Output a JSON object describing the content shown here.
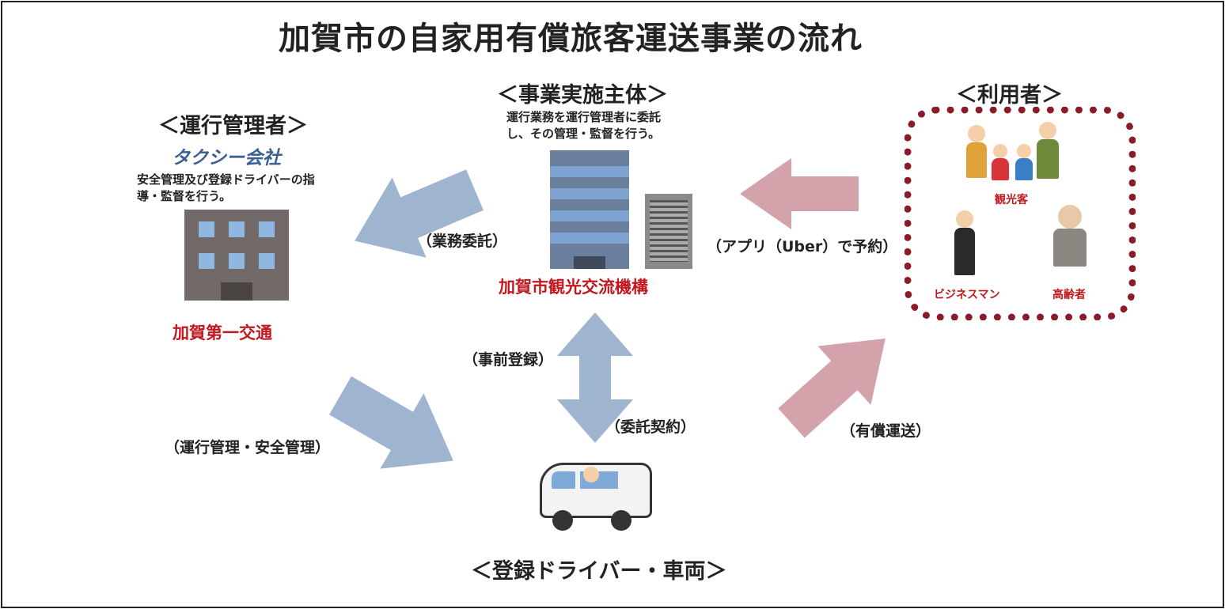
{
  "title": "加賀市の自家用有償旅客運送事業の流れ",
  "operator_manager": {
    "heading": "＜運行管理者＞",
    "type": "タクシー会社",
    "description_line1": "安全管理及び登録ドライバーの指",
    "description_line2": "導・監督を行う。",
    "name": "加賀第一交通"
  },
  "implementer": {
    "heading": "＜事業実施主体＞",
    "description_line1": "運行業務を運行管理者に委託",
    "description_line2": "し、その管理・監督を行う。",
    "name": "加賀市観光交流機構"
  },
  "users": {
    "heading": "＜利用者＞",
    "tourists": "観光客",
    "business": "ビジネスマン",
    "elderly": "高齢者"
  },
  "driver": {
    "heading": "＜登録ドライバー・車両＞"
  },
  "flows": {
    "outsourcing": "（業務委託）",
    "pre_registration": "（事前登録）",
    "consignment_contract": "（委託契約）",
    "operation_safety": "（運行管理・安全管理）",
    "app_booking": "（アプリ（Uber）で予約）",
    "paid_transport": "（有償運送）"
  },
  "colors": {
    "blue_arrow": "#9fb4cf",
    "pink_arrow": "#d4a2aa",
    "red_text": "#c0181e",
    "border": "#8b1a2a",
    "blue_text": "#3a5f93"
  }
}
